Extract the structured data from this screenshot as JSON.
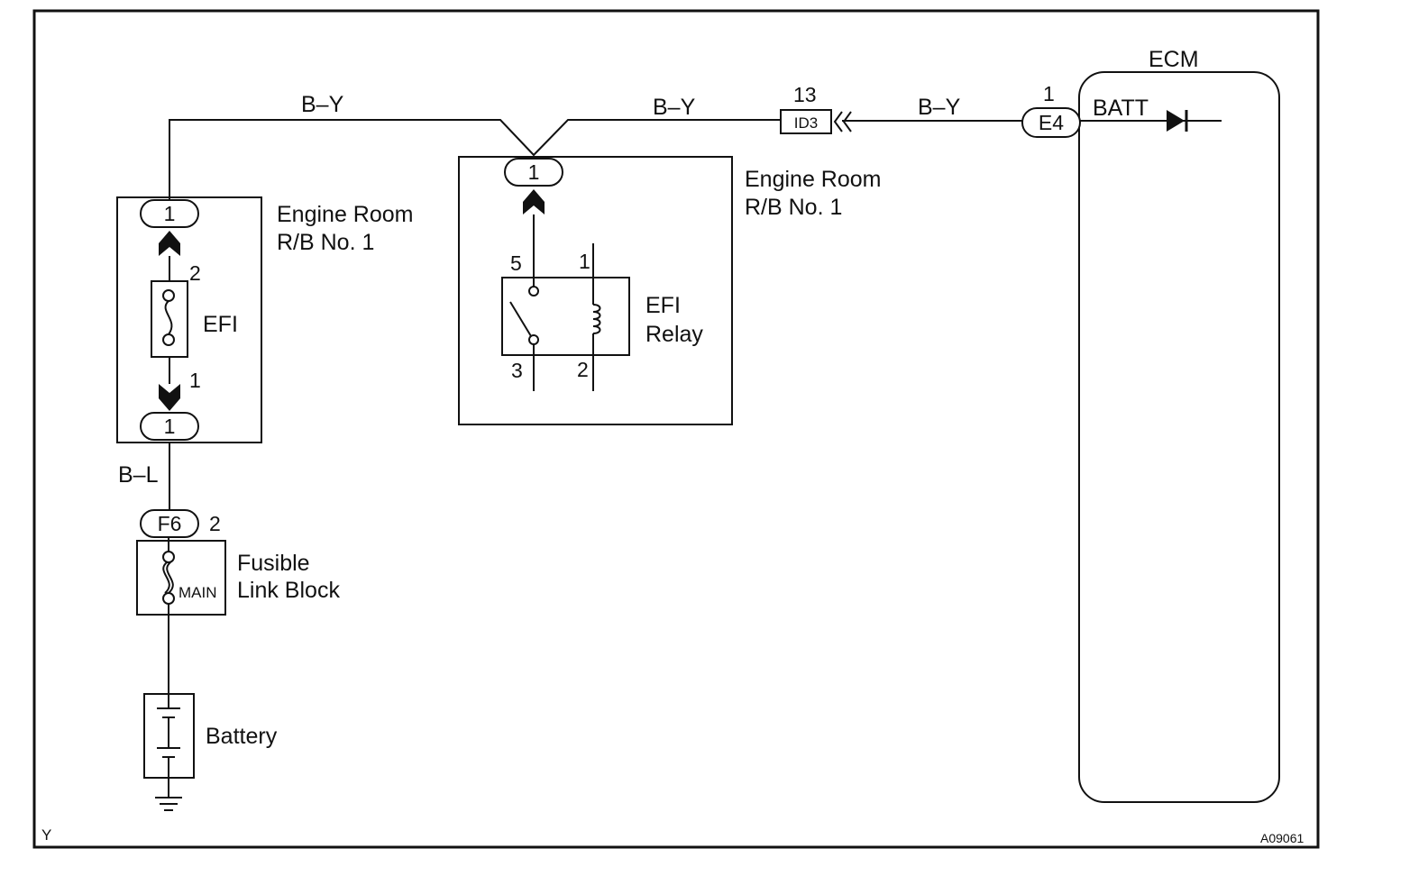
{
  "colors": {
    "line": "#111111",
    "background": "#ffffff"
  },
  "wires": {
    "b_y_left": "B–Y",
    "b_y_mid": "B–Y",
    "b_y_right": "B–Y",
    "b_l": "B–L"
  },
  "relay_box_left": {
    "title_line1": "Engine Room",
    "title_line2": "R/B No. 1",
    "top_connector": "1",
    "bottom_connector": "1",
    "fuse_label": "EFI",
    "fuse_pin_top": "2",
    "fuse_pin_bottom": "1"
  },
  "relay_box_center": {
    "title_line1": "Engine Room",
    "title_line2": "R/B No. 1",
    "connector": "1",
    "relay_label_line1": "EFI",
    "relay_label_line2": "Relay",
    "pins": {
      "p5": "5",
      "p1": "1",
      "p3": "3",
      "p2": "2"
    }
  },
  "junction": {
    "label": "ID3",
    "pin": "13"
  },
  "ecm": {
    "title": "ECM",
    "connector": "E4",
    "connector_pin": "1",
    "terminal": "BATT"
  },
  "fusible_link": {
    "connector": "F6",
    "connector_pin": "2",
    "label_line1": "Fusible",
    "label_line2": "Link Block",
    "fuse_label": "MAIN"
  },
  "battery": {
    "label": "Battery"
  },
  "corner_left": "Y",
  "corner_right": "A09061"
}
